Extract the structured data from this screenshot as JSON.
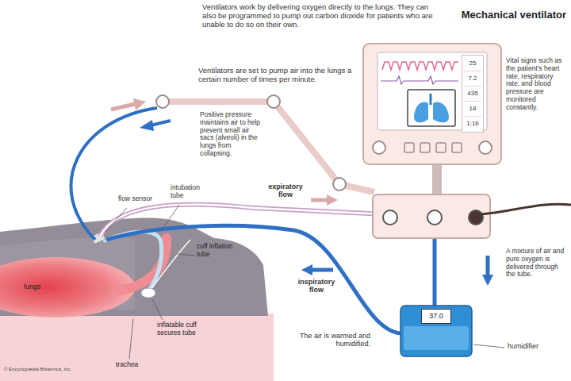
{
  "diagram": {
    "title": "Mechanical ventilator",
    "nodes": [
      {
        "text": [
          "25",
          "7.2",
          "435",
          "18",
          "1:16"
        ]
      },
      {
        "text": [
          "37.0"
        ]
      }
    ],
    "labels": [
      "Ventilators work by delivering oxygen directly to the lungs. They can also be programmed to pump out carbon dioxide for patients who are unable to do so on their own.",
      "Ventilators are set to pump air into the lungs a certain number of times per minute.",
      "Positive pressure maintains air to help prevent small air sacs (alveoli) in the lungs from collapsing.",
      "Vital signs such as the patient's heart rate, respiratory rate, and blood pressure are monitored constantly.",
      "A mixture of air and pure oxygen is delivered through the tube.",
      "expiratory flow",
      "inspiratory flow",
      "flow sensor",
      "intubation tube",
      "cuff inflation tube",
      "lungs",
      "inflatable cuff secures tube",
      "trachea",
      "The air is warmed and humidified.",
      "humidifier",
      "© Encyclopædia Britannica, Inc."
    ]
  }
}
